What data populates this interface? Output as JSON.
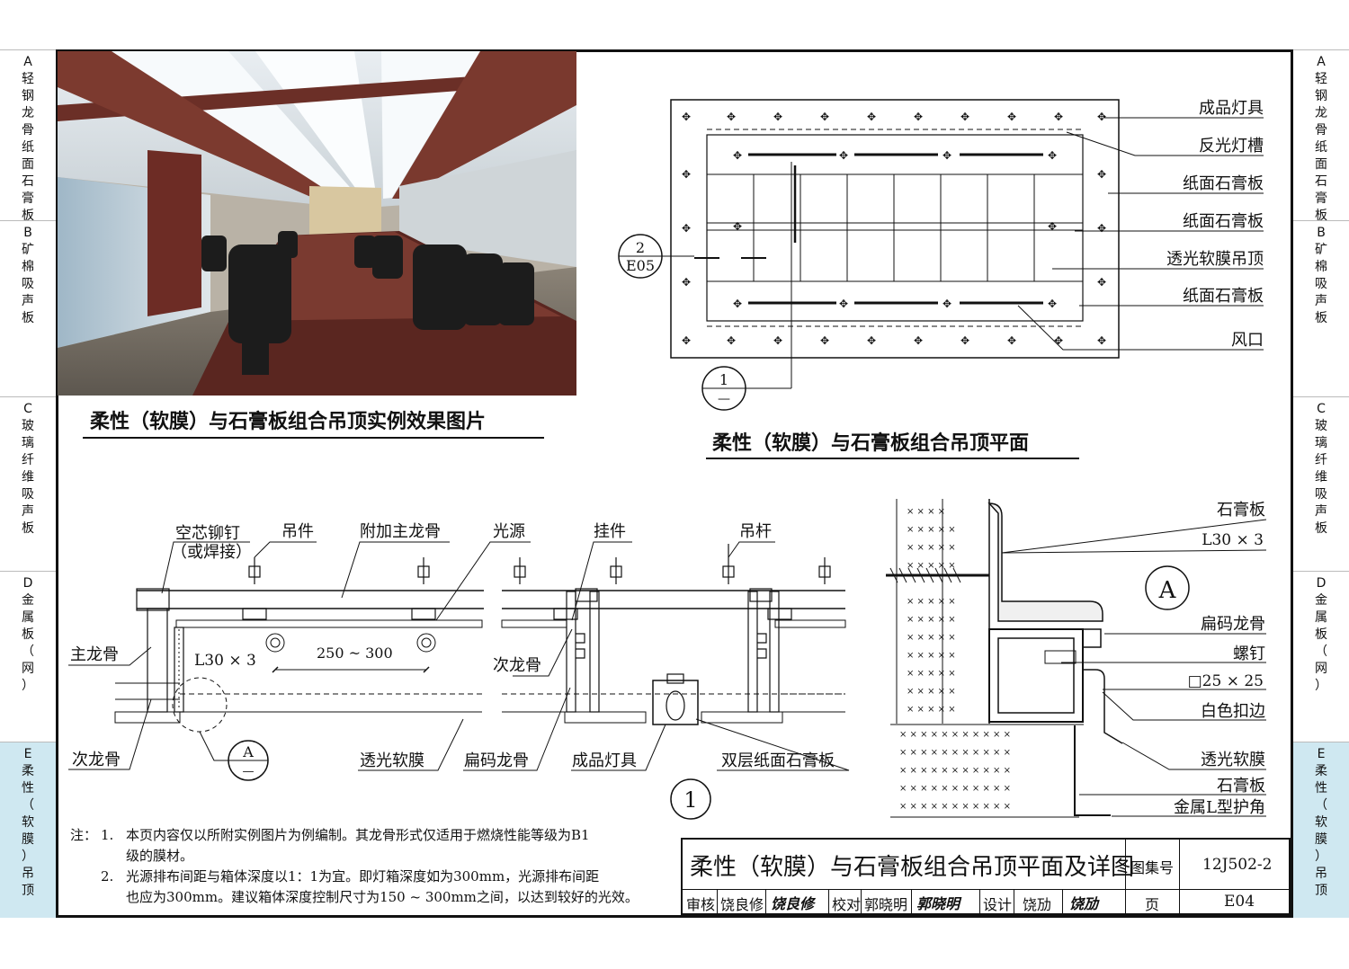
{
  "left_tabs": [
    {
      "letter": "A",
      "chars": [
        "轻",
        "钢",
        "龙",
        "骨",
        "纸",
        "面",
        "石",
        "膏",
        "板"
      ]
    },
    {
      "letter": "B",
      "chars": [
        "矿",
        "棉",
        "吸",
        "声",
        "板"
      ]
    },
    {
      "letter": "C",
      "chars": [
        "玻",
        "璃",
        "纤",
        "维",
        "吸",
        "声",
        "板"
      ]
    },
    {
      "letter": "D",
      "chars": [
        "金",
        "属",
        "板",
        "（",
        "网",
        "）"
      ]
    },
    {
      "letter": "E",
      "chars": [
        "柔",
        "性",
        "（",
        "软",
        "膜",
        "）",
        "吊",
        "顶"
      ]
    }
  ],
  "photo_caption": "柔性（软膜）与石膏板组合吊顶实例效果图片",
  "plan": {
    "title": "柔性（软膜）与石膏板组合吊顶平面",
    "labels": [
      "成品灯具",
      "反光灯槽",
      "纸面石膏板",
      "纸面石膏板",
      "透光软膜吊顶",
      "纸面石膏板",
      "风口"
    ],
    "ref_top": "2",
    "ref_bottom": "E05",
    "ref2_top": "1",
    "ref2_bottom": "—"
  },
  "section": {
    "labels_top": [
      "空芯铆钉",
      "（或焊接）",
      "吊件",
      "附加主龙骨",
      "光源",
      "挂件",
      "吊杆"
    ],
    "labels_side": [
      "主龙骨",
      "L30 × 3",
      "次龙骨",
      "250 ~ 300"
    ],
    "labels_bottom": [
      "次龙骨",
      "透光软膜",
      "扁码龙骨",
      "成品灯具",
      "双层纸面石膏板"
    ],
    "ref_top": "A",
    "ref_bottom": "—",
    "number": "1"
  },
  "detail": {
    "marker": "A",
    "labels": [
      "石膏板",
      "L30 × 3",
      "扁码龙骨",
      "螺钉",
      "□25 × 25",
      "白色扣边",
      "透光软膜",
      "石膏板",
      "金属L型护角"
    ]
  },
  "notes": {
    "label": "注：",
    "items": [
      {
        "num": "1.",
        "lines": [
          "本页内容仅以所附实例图片为例编制。其龙骨形式仅适用于燃烧性能等级为B1",
          "级的膜材。"
        ]
      },
      {
        "num": "2.",
        "lines": [
          "光源排布间距与箱体深度以1：1为宜。即灯箱深度如为300mm，光源排布间距",
          "也应为300mm。建议箱体深度控制尺寸为150 ~ 300mm之间，以达到较好的光效。"
        ]
      }
    ]
  },
  "title_block": {
    "title": "柔性（软膜）与石膏板组合吊顶平面及详图",
    "atlas_label": "图集号",
    "atlas_no": "12J502-2",
    "review_label": "审核",
    "reviewer": "饶良修",
    "review_sign": "饶良修",
    "check_label": "校对",
    "checker": "郭晓明",
    "check_sign": "郭晓明",
    "design_label": "设计",
    "designer": "饶劢",
    "design_sign": "饶劢",
    "page_label": "页",
    "page_no": "E04"
  }
}
